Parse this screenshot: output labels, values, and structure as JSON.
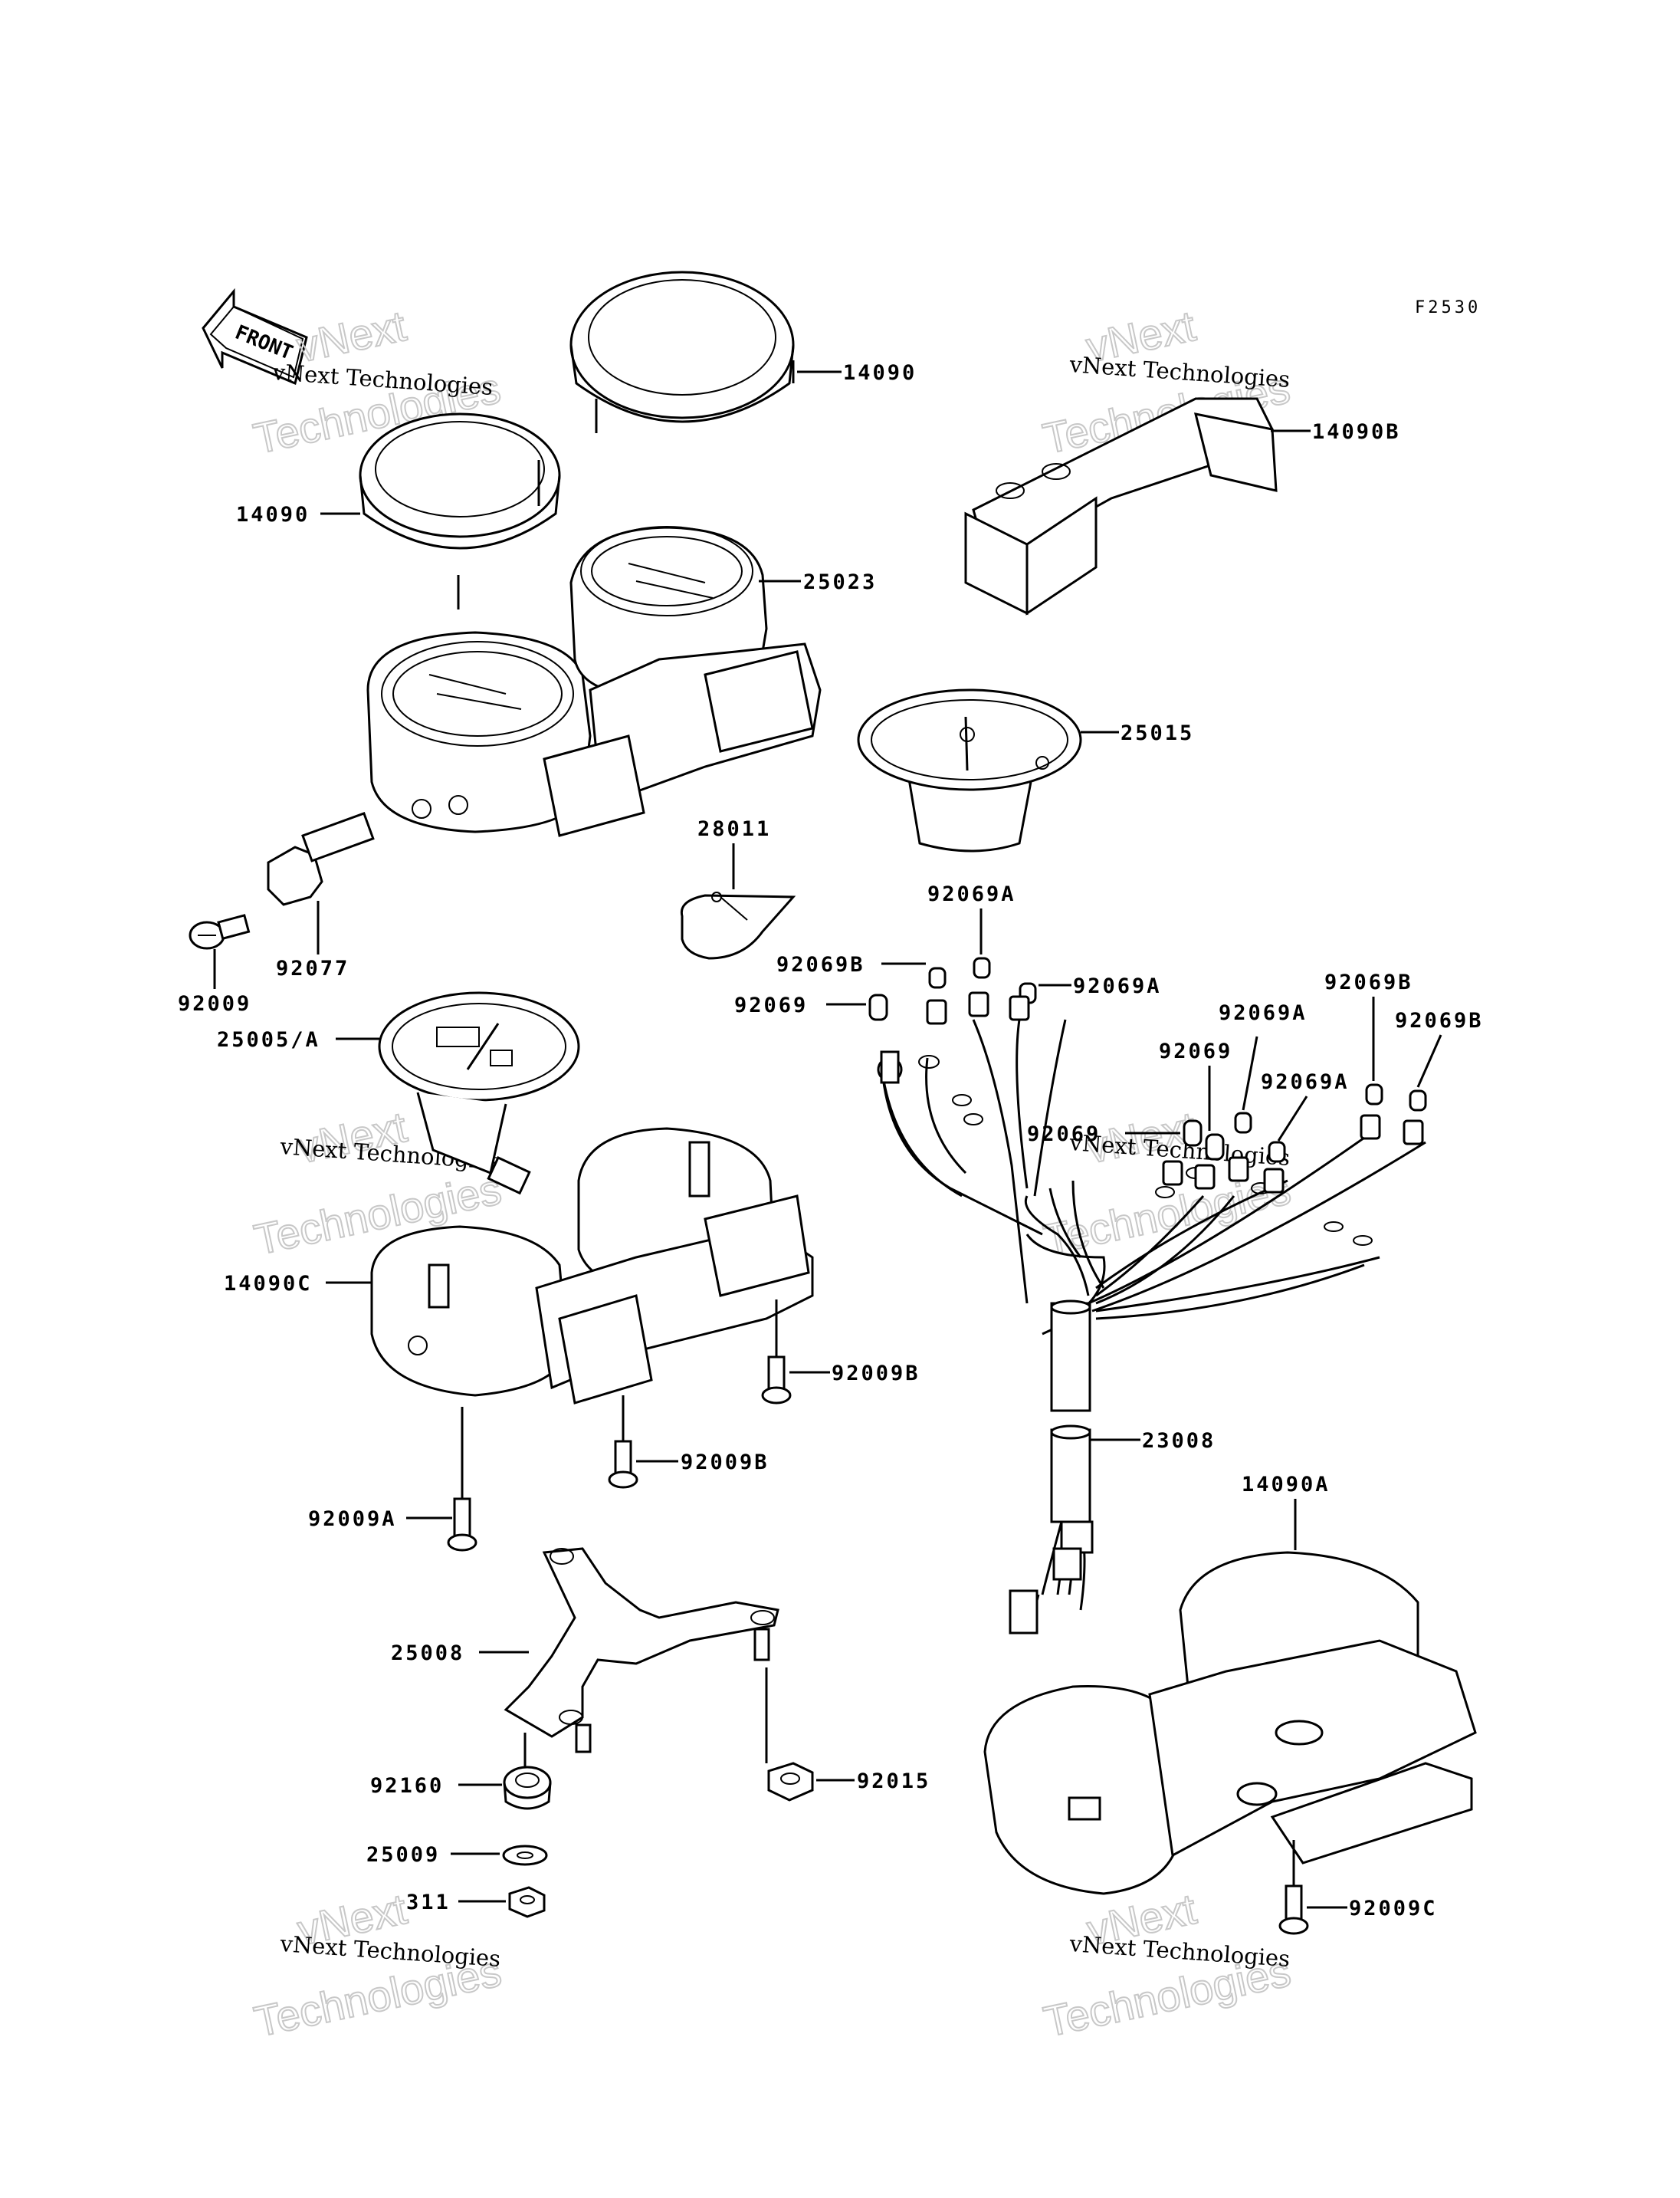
{
  "figure_code": "F2530",
  "front_arrow_label": "FRONT",
  "watermark": {
    "line1": "vNext Technologies",
    "line2": "vNext",
    "line3": "Technologies"
  },
  "parts": [
    {
      "id": "p14090_top",
      "label": "14090"
    },
    {
      "id": "p14090_left",
      "label": "14090"
    },
    {
      "id": "p14090b",
      "label": "14090B"
    },
    {
      "id": "p25023",
      "label": "25023"
    },
    {
      "id": "p25015",
      "label": "25015"
    },
    {
      "id": "p28011",
      "label": "28011"
    },
    {
      "id": "p92077",
      "label": "92077"
    },
    {
      "id": "p92009",
      "label": "92009"
    },
    {
      "id": "p25005",
      "label": "25005/A"
    },
    {
      "id": "p92069a_1",
      "label": "92069A"
    },
    {
      "id": "p92069b_1",
      "label": "92069B"
    },
    {
      "id": "p92069a_2",
      "label": "92069A"
    },
    {
      "id": "p92069_1",
      "label": "92069"
    },
    {
      "id": "p92069b_2",
      "label": "92069B"
    },
    {
      "id": "p92069a_3",
      "label": "92069A"
    },
    {
      "id": "p92069b_3",
      "label": "92069B"
    },
    {
      "id": "p92069_2",
      "label": "92069"
    },
    {
      "id": "p92069a_4",
      "label": "92069A"
    },
    {
      "id": "p92069_3",
      "label": "92069"
    },
    {
      "id": "p14090c",
      "label": "14090C"
    },
    {
      "id": "p92009b_1",
      "label": "92009B"
    },
    {
      "id": "p92009b_2",
      "label": "92009B"
    },
    {
      "id": "p23008",
      "label": "23008"
    },
    {
      "id": "p92009a",
      "label": "92009A"
    },
    {
      "id": "p14090a",
      "label": "14090A"
    },
    {
      "id": "p25008",
      "label": "25008"
    },
    {
      "id": "p92160",
      "label": "92160"
    },
    {
      "id": "p92015",
      "label": "92015"
    },
    {
      "id": "p25009",
      "label": "25009"
    },
    {
      "id": "p311",
      "label": "311"
    },
    {
      "id": "p92009c",
      "label": "92009C"
    }
  ]
}
